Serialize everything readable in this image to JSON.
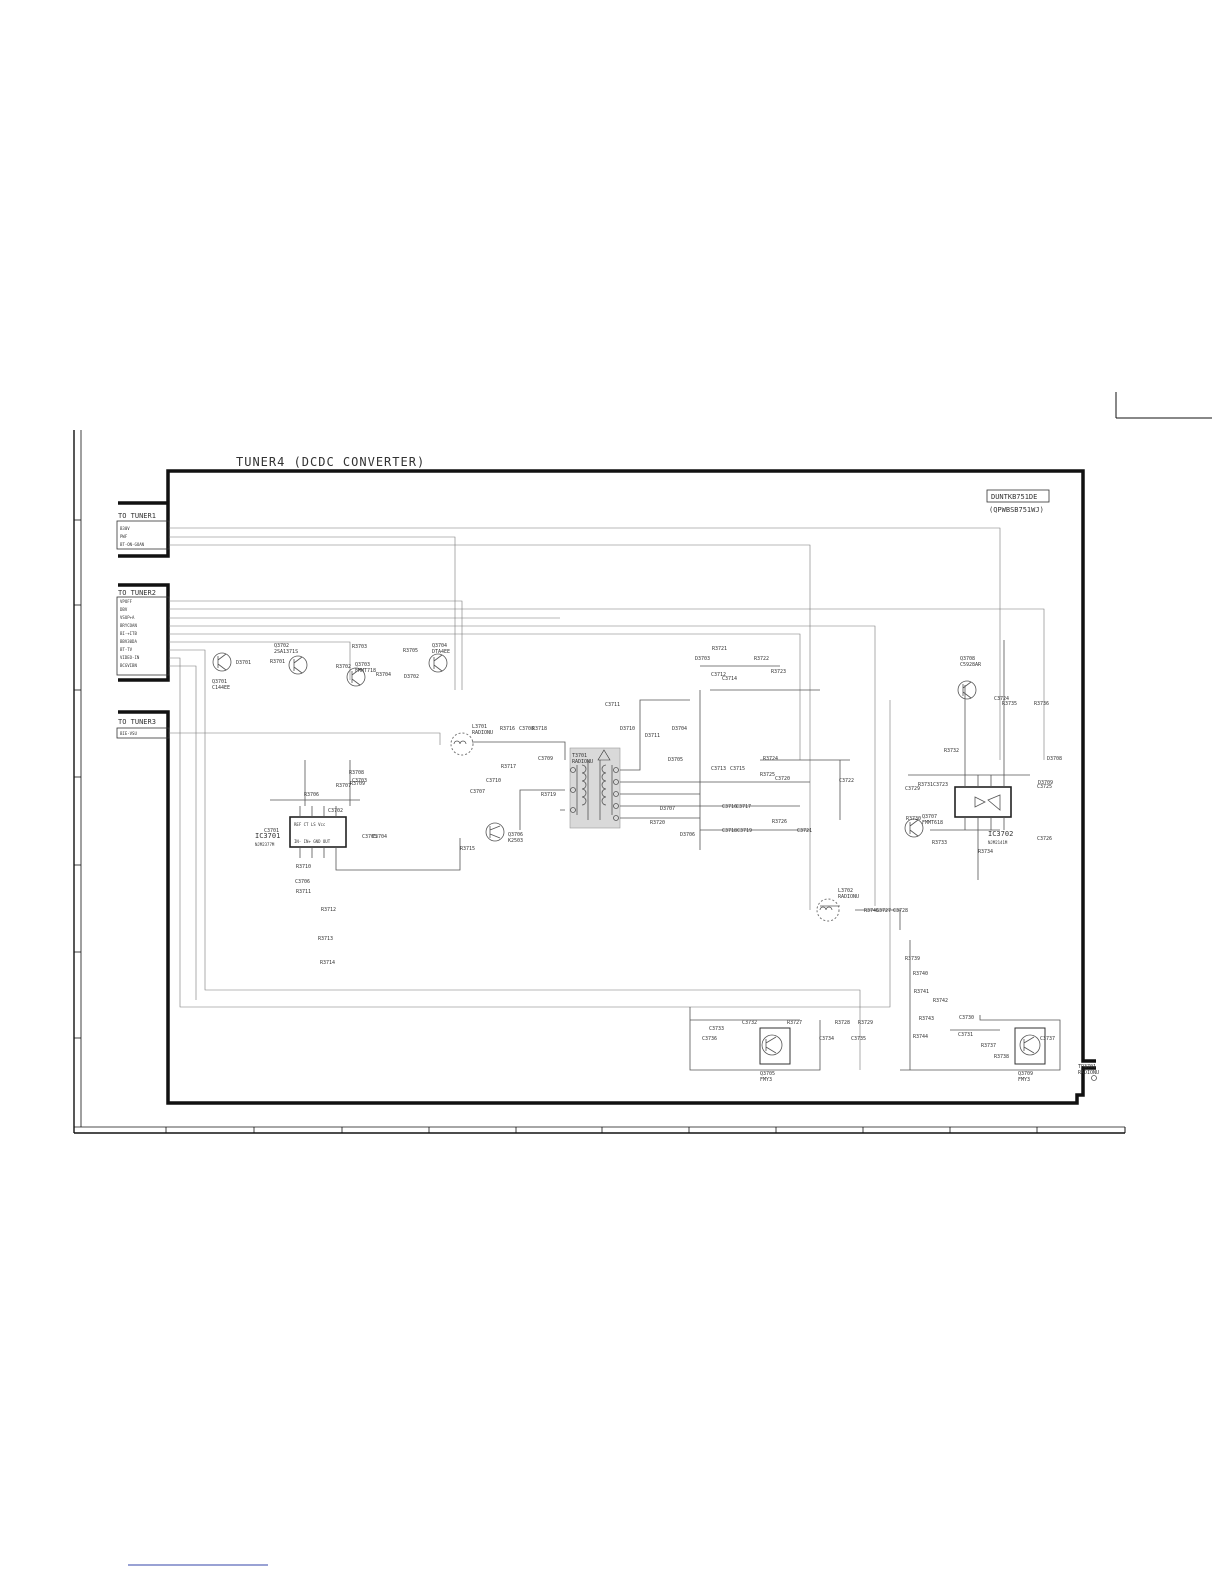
{
  "title": "TUNER4 (DCDC CONVERTER)",
  "board_code": "DUNTKB751DE",
  "board_code_alt": "(QPWBSB751WJ)",
  "connectors": [
    {
      "label": "TO TUNER1",
      "signals": [
        "B30V",
        "PWF",
        "BT-ON-GOAN"
      ]
    },
    {
      "label": "TO TUNER2",
      "signals": [
        "VPOFF",
        "DBV",
        "VSUP+A",
        "BRYCOAN",
        "BI-+ITB",
        "BBV30DA",
        "BT-TV",
        "VIDEO-IN",
        "BCGVIBN"
      ]
    },
    {
      "label": "TO TUNER3",
      "signals": [
        "BIE-VSU"
      ]
    }
  ],
  "ics": [
    {
      "ref": "IC3701",
      "part": "NJM2377M"
    },
    {
      "ref": "IC3702",
      "part": "NJM2141M"
    }
  ],
  "transistors": [
    {
      "ref": "Q3701",
      "part": "C144EE"
    },
    {
      "ref": "Q3702",
      "part": "2SA1371S"
    },
    {
      "ref": "Q3703",
      "part": "FMMT718"
    },
    {
      "ref": "Q3704",
      "part": "DTA4EE"
    },
    {
      "ref": "Q3705",
      "part": "FMY3"
    },
    {
      "ref": "Q3706",
      "part": "K2503"
    },
    {
      "ref": "Q3707",
      "part": "FMMT618"
    },
    {
      "ref": "Q3708",
      "part": "C5928AR"
    },
    {
      "ref": "Q3709",
      "part": "FMY3"
    }
  ],
  "transformer": {
    "ref": "T3701",
    "part": "RADIONU"
  },
  "inductors": [
    {
      "ref": "L3701",
      "part": "RADIONU"
    },
    {
      "ref": "L3702",
      "part": "RADIONU"
    }
  ],
  "test_point": {
    "ref": "TP3701",
    "part": "RADIONU"
  },
  "resistors": [
    "R3701",
    "R3702",
    "R3703",
    "R3704",
    "R3705",
    "R3706",
    "R3707",
    "R3708",
    "R3709",
    "R3710",
    "R3711",
    "R3712",
    "R3713",
    "R3714",
    "R3715",
    "R3716",
    "R3717",
    "R3718",
    "R3719",
    "R3720",
    "R3721",
    "R3722",
    "R3723",
    "R3724",
    "R3725",
    "R3726",
    "R3727",
    "R3728",
    "R3729",
    "R3730",
    "R3731",
    "R3732",
    "R3733",
    "R3734",
    "R3735",
    "R3736",
    "R3737",
    "R3738",
    "R3739",
    "R3740",
    "R3741",
    "R3742",
    "R3743",
    "R3744",
    "R3745"
  ],
  "capacitors": [
    "C3701",
    "C3702",
    "C3703",
    "C3704",
    "C3705",
    "C3706",
    "C3707",
    "C3708",
    "C3709",
    "C3710",
    "C3711",
    "C3712",
    "C3713",
    "C3714",
    "C3715",
    "C3716",
    "C3717",
    "C3718",
    "C3719",
    "C3720",
    "C3721",
    "C3722",
    "C3723",
    "C3724",
    "C3725",
    "C3726",
    "C3727",
    "C3728",
    "C3729",
    "C3730",
    "C3731",
    "C3732",
    "C3733",
    "C3734",
    "C3735",
    "C3736",
    "C3737"
  ],
  "diodes": [
    "D3701",
    "D3702",
    "D3703",
    "D3704",
    "D3705",
    "D3706",
    "D3707",
    "D3708",
    "D3709",
    "D3710",
    "D3711"
  ],
  "colors": {
    "line": "#555555",
    "frame": "#111111",
    "transformer_fill": "#d9d9d9",
    "background": "#ffffff"
  }
}
